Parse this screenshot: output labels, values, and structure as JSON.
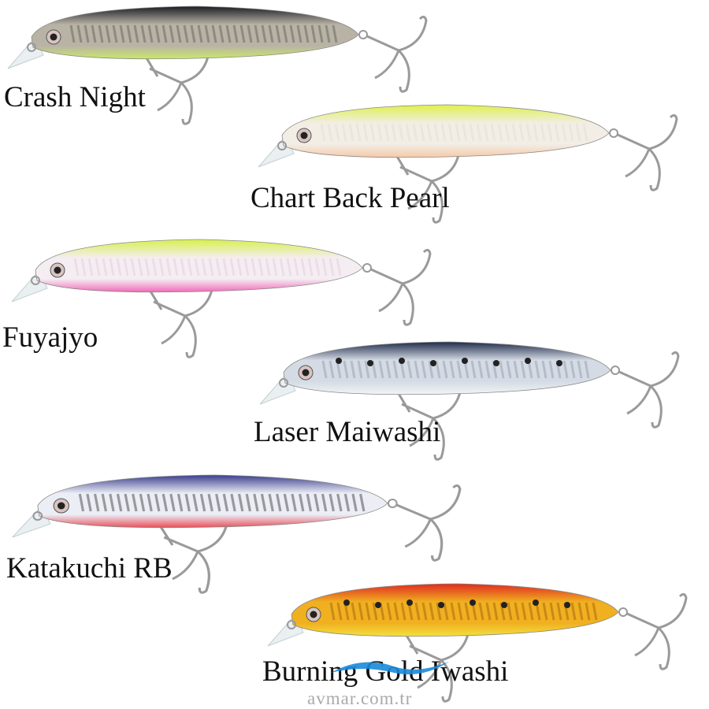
{
  "lures": [
    {
      "name": "Crash Night",
      "colors": {
        "top": "#1c1c22",
        "mid": "#b9b3a6",
        "belly": "#c9e86a",
        "stripe": "#6a6a60"
      },
      "dots": false
    },
    {
      "name": "Chart Back Pearl",
      "colors": {
        "top": "#dff04a",
        "mid": "#f2eee6",
        "belly": "#f6c9a8",
        "stripe": "#e6e0d4"
      },
      "dots": false
    },
    {
      "name": "Fuyajyo",
      "colors": {
        "top": "#d8f04a",
        "mid": "#f4eef2",
        "belly": "#f06ab8",
        "stripe": "#e8d0e0"
      },
      "dots": false
    },
    {
      "name": "Laser Maiwashi",
      "colors": {
        "top": "#1e2a4a",
        "mid": "#d4dbe4",
        "belly": "#f2f4f6",
        "stripe": "#9aa4b4"
      },
      "dots": true
    },
    {
      "name": "Katakuchi RB",
      "colors": {
        "top": "#3a3e8c",
        "mid": "#eceef6",
        "belly": "#e8505a",
        "stripe": "#555"
      },
      "dots": false
    },
    {
      "name": "Burning Gold Iwashi",
      "colors": {
        "top": "#e02a20",
        "mid": "#f0b020",
        "belly": "#f4e040",
        "stripe": "#a86a10"
      },
      "dots": true
    }
  ],
  "watermark": {
    "text": "avmar.com.tr",
    "wave_color": "#1a8ad8"
  }
}
